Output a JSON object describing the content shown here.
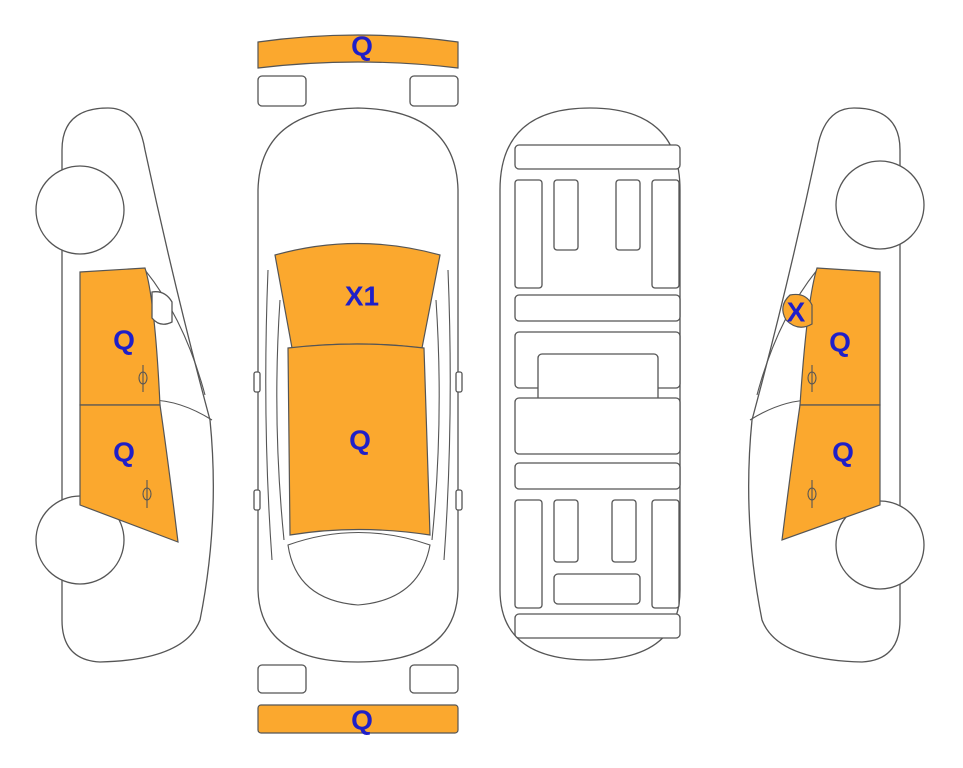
{
  "colors": {
    "damage_fill": "#FBA82E",
    "label_color": "#1F1FC8",
    "outline": "#555555"
  },
  "markers": {
    "front_bumper": "Q",
    "rear_bumper": "Q",
    "hood": "X1",
    "roof": "Q",
    "left_front_door": "Q",
    "left_rear_door": "Q",
    "right_front_door": "Q",
    "right_rear_door": "Q",
    "right_mirror": "X"
  }
}
